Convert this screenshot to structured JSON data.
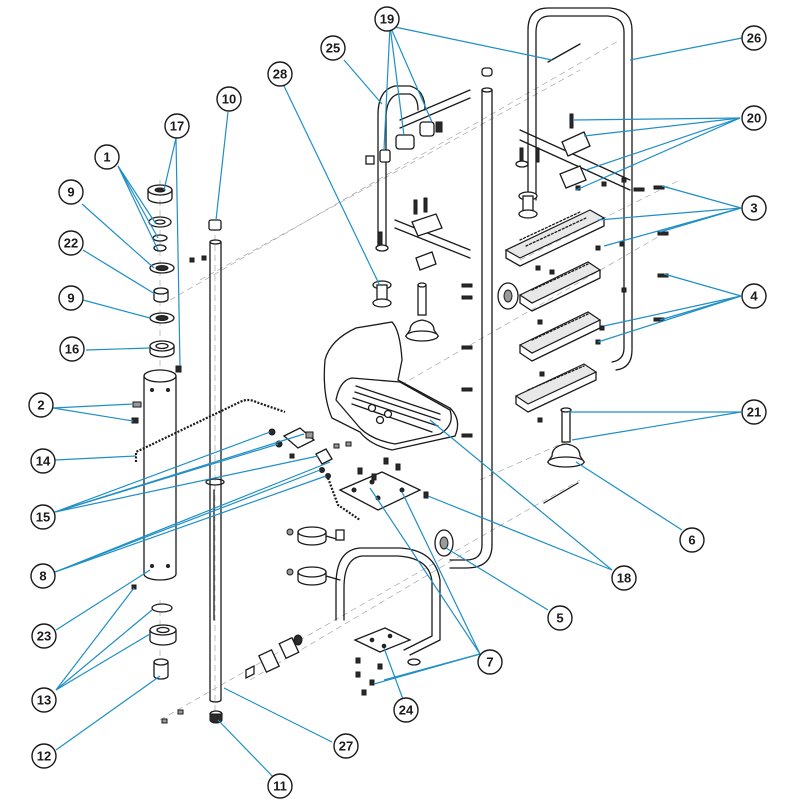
{
  "diagram": {
    "callouts": [
      {
        "id": "c1",
        "label": "1"
      },
      {
        "id": "c2",
        "label": "2"
      },
      {
        "id": "c3",
        "label": "3"
      },
      {
        "id": "c4",
        "label": "4"
      },
      {
        "id": "c5",
        "label": "5"
      },
      {
        "id": "c6",
        "label": "6"
      },
      {
        "id": "c7",
        "label": "7"
      },
      {
        "id": "c8",
        "label": "8"
      },
      {
        "id": "c9a",
        "label": "9"
      },
      {
        "id": "c9b",
        "label": "9"
      },
      {
        "id": "c10",
        "label": "10"
      },
      {
        "id": "c11",
        "label": "11"
      },
      {
        "id": "c12",
        "label": "12"
      },
      {
        "id": "c13",
        "label": "13"
      },
      {
        "id": "c14",
        "label": "14"
      },
      {
        "id": "c15",
        "label": "15"
      },
      {
        "id": "c16",
        "label": "16"
      },
      {
        "id": "c17",
        "label": "17"
      },
      {
        "id": "c18",
        "label": "18"
      },
      {
        "id": "c19",
        "label": "19"
      },
      {
        "id": "c20",
        "label": "20"
      },
      {
        "id": "c21",
        "label": "21"
      },
      {
        "id": "c22",
        "label": "22"
      },
      {
        "id": "c23",
        "label": "23"
      },
      {
        "id": "c24",
        "label": "24"
      },
      {
        "id": "c25",
        "label": "25"
      },
      {
        "id": "c26",
        "label": "26"
      },
      {
        "id": "c27",
        "label": "27"
      },
      {
        "id": "c28",
        "label": "28"
      }
    ]
  },
  "colors": {
    "leader": "#1f8fc6",
    "line": "#1a1a1a",
    "background": "#ffffff"
  }
}
